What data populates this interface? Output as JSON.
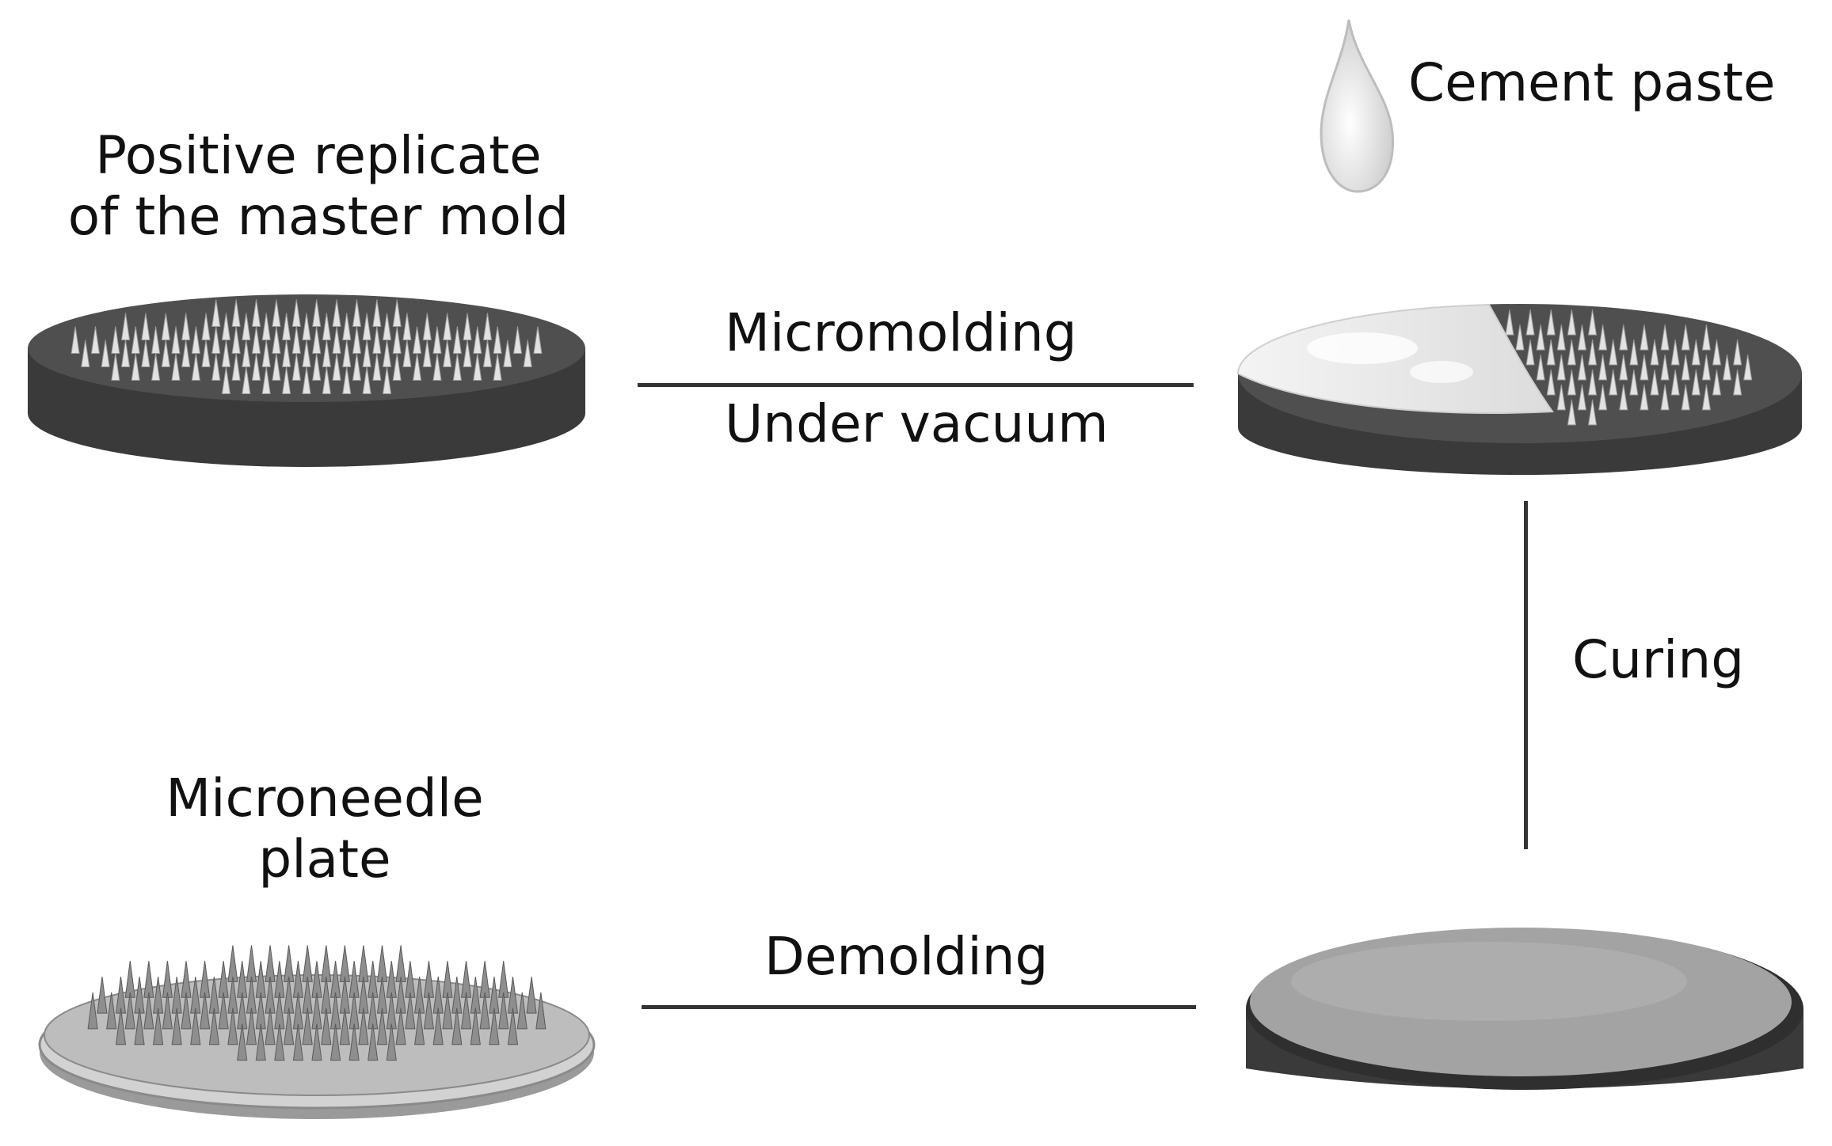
{
  "labels": {
    "positive_replicate": [
      "Positive replicate",
      "of the master mold"
    ],
    "cement_paste": "Cement paste",
    "micromolding": "Micromolding",
    "under_vacuum": "Under vacuum",
    "curing": "Curing",
    "microneedle_plate": [
      "Microneedle",
      "plate"
    ],
    "demolding": "Demolding"
  },
  "colors": {
    "mold_dark": "#3a3a3a",
    "mold_top": "#505050",
    "needle_light": "#dcdcdc",
    "cement_light": "#e6e6e6",
    "cured_top": "#a0a0a0",
    "plate_gray": "#b8b8b8",
    "line": "#333333"
  }
}
